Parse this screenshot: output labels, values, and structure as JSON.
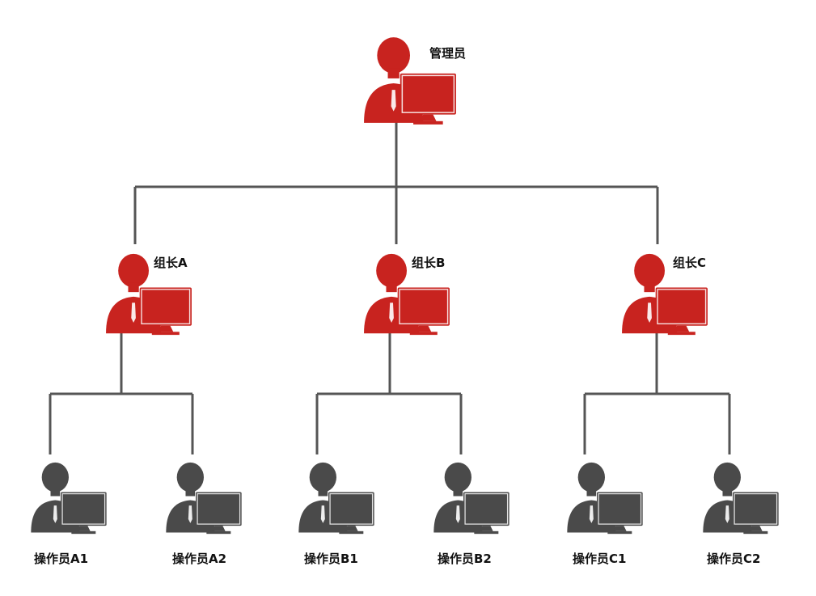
{
  "colors": {
    "manager": "#c8231f",
    "operator": "#4a4a4a",
    "connector": "#555555"
  },
  "icons": {
    "manager": "user-at-computer-icon",
    "operator": "user-at-computer-icon"
  },
  "root": {
    "label": "管理员"
  },
  "leads": [
    {
      "label": "组长A",
      "operators": [
        {
          "label": "操作员A1"
        },
        {
          "label": "操作员A2"
        }
      ]
    },
    {
      "label": "组长B",
      "operators": [
        {
          "label": "操作员B1"
        },
        {
          "label": "操作员B2"
        }
      ]
    },
    {
      "label": "组长C",
      "operators": [
        {
          "label": "操作员C1"
        },
        {
          "label": "操作员C2"
        }
      ]
    }
  ]
}
